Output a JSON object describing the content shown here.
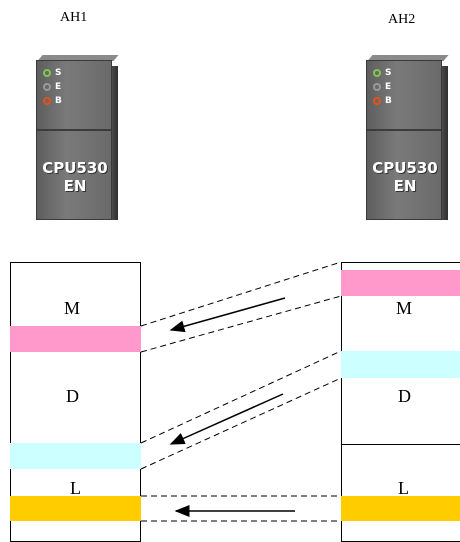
{
  "plcs": [
    {
      "title": "AH1",
      "leds": [
        {
          "label": "S",
          "color": "#7ec850",
          "icon": "run-led-icon"
        },
        {
          "label": "E",
          "color": "#9a9a9a",
          "icon": "error-led-icon"
        },
        {
          "label": "B",
          "color": "#e8501a",
          "icon": "battery-led-icon"
        }
      ],
      "model_line1": "CPU530",
      "model_line2": "EN"
    },
    {
      "title": "AH2",
      "leds": [
        {
          "label": "S",
          "color": "#7ec850",
          "icon": "run-led-icon"
        },
        {
          "label": "E",
          "color": "#9a9a9a",
          "icon": "error-led-icon"
        },
        {
          "label": "B",
          "color": "#e8501a",
          "icon": "battery-led-icon"
        }
      ],
      "model_line1": "CPU530",
      "model_line2": "EN"
    }
  ],
  "memory_left": {
    "areas": [
      "M",
      "D",
      "L"
    ]
  },
  "memory_right": {
    "areas": [
      "M",
      "D",
      "L"
    ]
  },
  "colors": {
    "m_block": "#ff99cc",
    "d_block": "#ccffff",
    "l_block": "#ffcc00"
  }
}
